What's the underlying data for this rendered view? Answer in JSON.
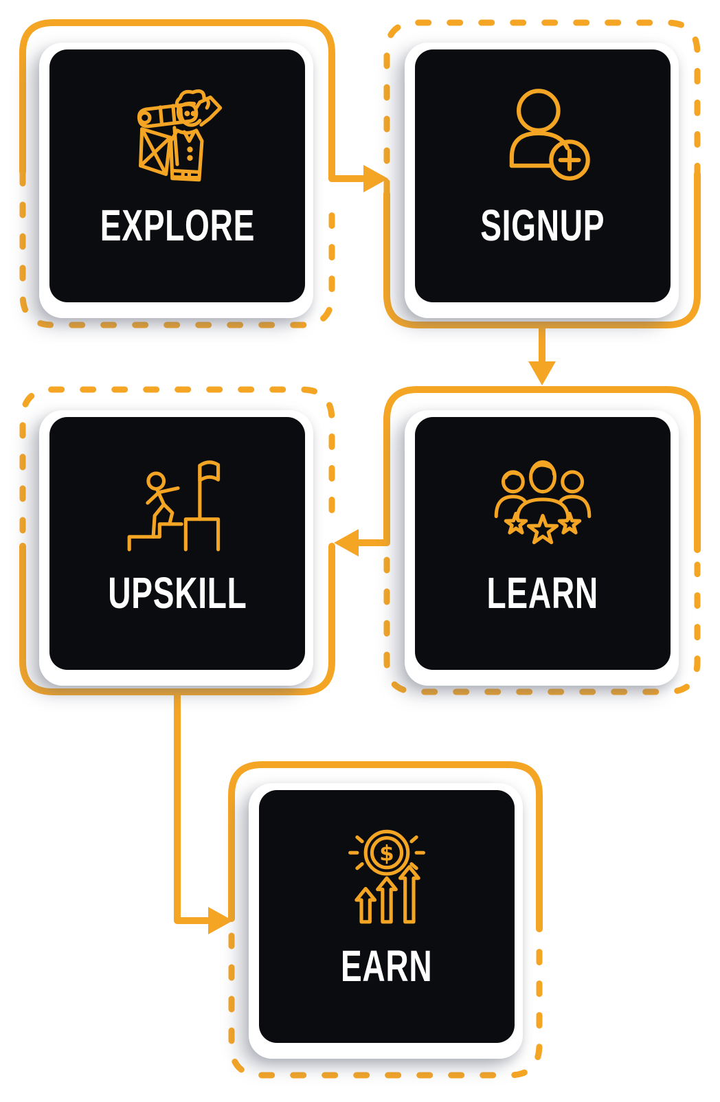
{
  "diagram": {
    "steps": [
      {
        "id": "explore",
        "label": "EXPLORE",
        "icon": "explorer-backpacker-icon"
      },
      {
        "id": "signup",
        "label": "SIGNUP",
        "icon": "user-plus-icon"
      },
      {
        "id": "learn",
        "label": "LEARN",
        "icon": "people-group-stars-icon"
      },
      {
        "id": "upskill",
        "label": "UPSKILL",
        "icon": "climb-stairs-flag-icon"
      },
      {
        "id": "earn",
        "label": "EARN",
        "icon": "coin-growth-arrows-icon"
      }
    ],
    "flow_arrows": [
      {
        "from": "EXPLORE",
        "to": "SIGNUP",
        "direction": "right"
      },
      {
        "from": "SIGNUP",
        "to": "LEARN",
        "direction": "down"
      },
      {
        "from": "LEARN",
        "to": "UPSKILL",
        "direction": "left"
      },
      {
        "from": "UPSKILL",
        "to": "EARN",
        "direction": "down"
      }
    ],
    "colors": {
      "accent": "#F5A524",
      "card_background": "#0B0C10",
      "label_text": "#FFFFFF",
      "page_background": "#FFFFFF"
    }
  }
}
